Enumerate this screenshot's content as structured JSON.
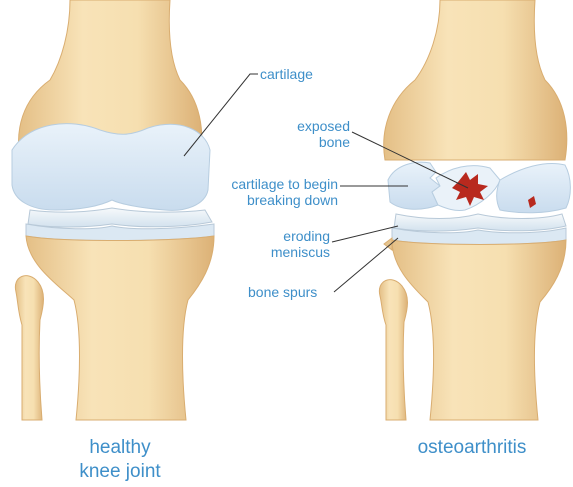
{
  "labels": {
    "cartilage": "cartilage",
    "exposed_bone": [
      "exposed",
      "bone"
    ],
    "cartilage_breaking": [
      "cartilage to begin",
      "breaking down"
    ],
    "eroding_meniscus": [
      "eroding",
      "meniscus"
    ],
    "bone_spurs": "bone spurs"
  },
  "captions": {
    "healthy": [
      "healthy",
      "knee joint"
    ],
    "osteoarthritis": "osteoarthritis"
  },
  "colors": {
    "label_text": "#3e8fc9",
    "leader_line": "#333333",
    "bone": "#f2d8a8",
    "bone_shadow": "#e0b97d",
    "cartilage": "#d8e8f5",
    "meniscus": "#eef4f8",
    "lesion": "#b8291e"
  }
}
